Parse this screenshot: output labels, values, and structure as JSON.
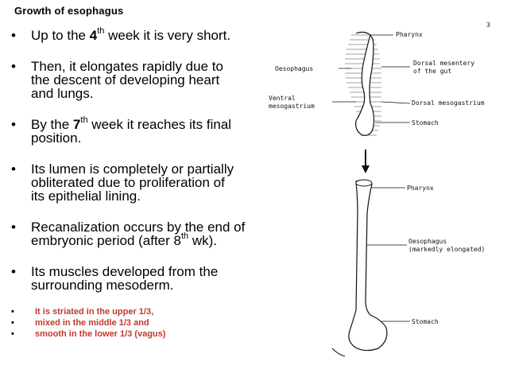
{
  "title": "Growth of esophagus",
  "bullets": [
    {
      "pre": "Up to the ",
      "bold": "4",
      "sup": "th",
      "post": " week it is very short."
    },
    {
      "text_line1": "Then, it elongates rapidly due to",
      "text_line2": "the descent of developing heart",
      "text_line3": "and lungs."
    },
    {
      "pre": "By the ",
      "bold": "7",
      "sup": "th",
      "post": " week it reaches its final",
      "line2": "position."
    },
    {
      "text_line1": "Its lumen is completely or partially",
      "text_line2": "obliterated due to proliferation of",
      "text_line3": "its epithelial lining."
    },
    {
      "pre": "Recanalization occurs by the end of",
      "line2_pre": "embryonic period (after 8",
      "sup": "th",
      "line2_post": " wk)."
    },
    {
      "text_line1": "Its muscles developed from the",
      "text_line2": "surrounding mesoderm."
    }
  ],
  "sub_bullets": [
    "It is striated in the upper 1/3,",
    " mixed in the middle 1/3 and",
    " smooth in the lower 1/3 (vagus)"
  ],
  "figure": {
    "page_number": "3",
    "labels": {
      "pharynx_top": "Pharynx",
      "oesophagus_left": "Oesophagus",
      "dorsal_mesentery_1": "Dorsal mesentery",
      "dorsal_mesentery_2": "of the gut",
      "ventral_1": "Ventral",
      "ventral_2": "mesogastrium",
      "dorsal_mesogastrium": "Dorsal mesogastrium",
      "stomach_top": "Stomach",
      "pharynx_bottom": "Pharynx",
      "oesophagus_bottom": "Oesophagus",
      "elongated": "(markedly elongated)",
      "stomach_bottom": "Stomach"
    }
  }
}
